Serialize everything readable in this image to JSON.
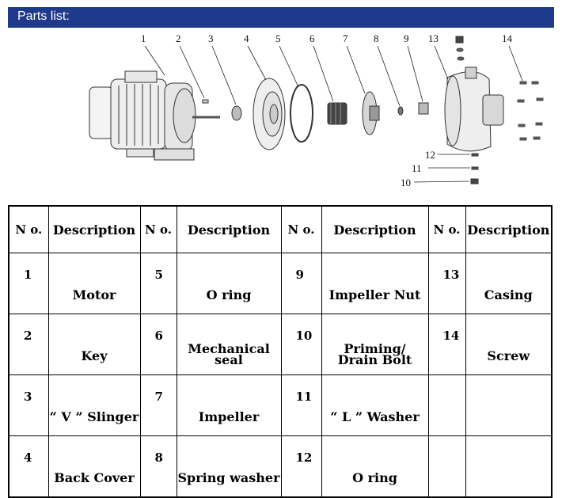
{
  "header": {
    "title": "Parts list:"
  },
  "diagram": {
    "callouts": [
      "1",
      "2",
      "3",
      "4",
      "5",
      "6",
      "7",
      "8",
      "9",
      "13",
      "14",
      "12",
      "11",
      "10"
    ]
  },
  "table": {
    "col_no": "N o.",
    "col_desc": "Description",
    "rows": [
      [
        {
          "no": "1",
          "desc": "Motor"
        },
        {
          "no": "5",
          "desc": "O ring"
        },
        {
          "no": "9",
          "desc": "Impeller Nut"
        },
        {
          "no": "13",
          "desc": "Casing"
        }
      ],
      [
        {
          "no": "2",
          "desc": "Key"
        },
        {
          "no": "6",
          "desc": "Mechanical\nseal"
        },
        {
          "no": "10",
          "desc": "Priming/\nDrain Bolt"
        },
        {
          "no": "14",
          "desc": "Screw"
        }
      ],
      [
        {
          "no": "3",
          "desc": "“ V ” Slinger"
        },
        {
          "no": "7",
          "desc": "Impeller"
        },
        {
          "no": "11",
          "desc": "“ L ” Washer"
        },
        {
          "no": "",
          "desc": ""
        }
      ],
      [
        {
          "no": "4",
          "desc": "Back Cover"
        },
        {
          "no": "8",
          "desc": "Spring washer"
        },
        {
          "no": "12",
          "desc": "O ring"
        },
        {
          "no": "",
          "desc": ""
        }
      ]
    ]
  }
}
